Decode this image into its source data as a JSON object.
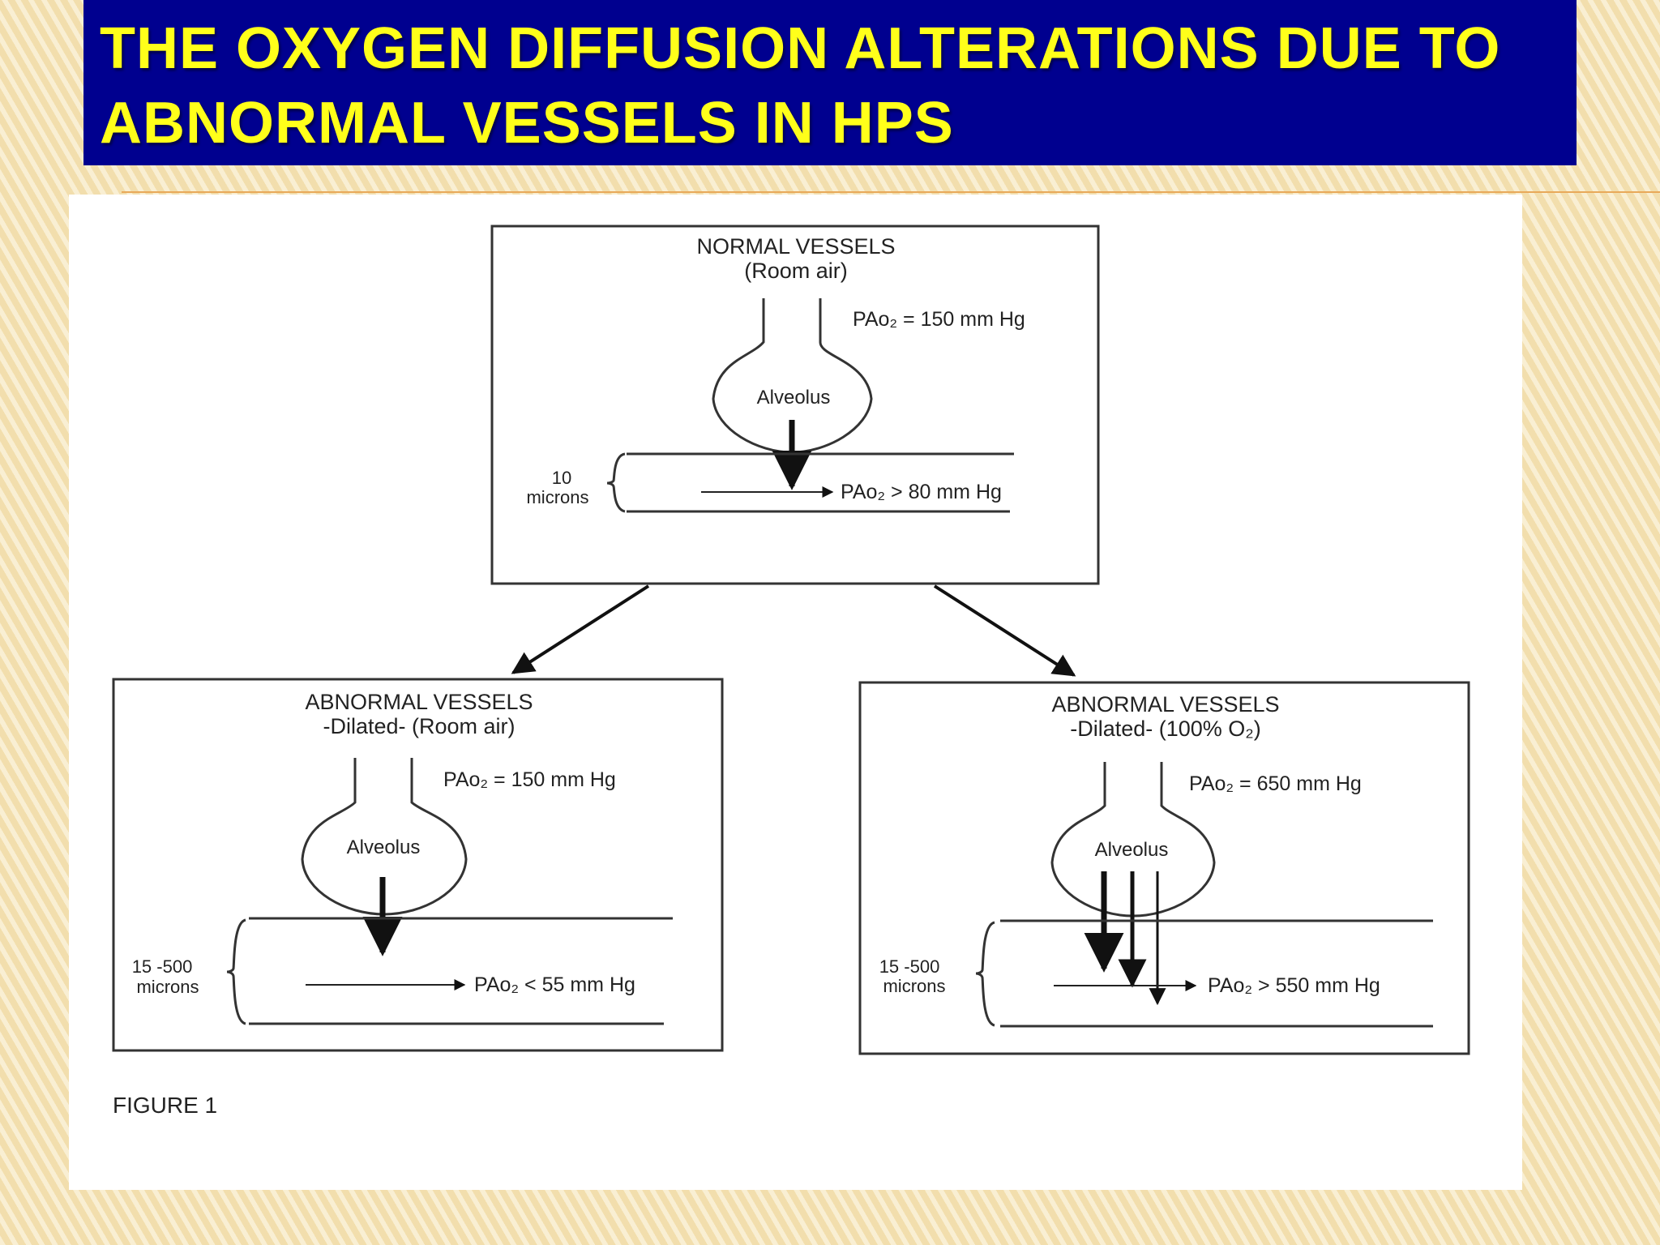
{
  "title": "THE OXYGEN DIFFUSION ALTERATIONS DUE TO ABNORMAL VESSELS IN HPS",
  "colors": {
    "title_bg": "#00008f",
    "title_text": "#ffff1a"
  },
  "figure": {
    "label": "FIGURE 1",
    "normal": {
      "heading": "NORMAL VESSELS",
      "condition": "(Room air)",
      "alveolar_po2": "PAo₂ = 150 mm Hg",
      "alveolus": "Alveolus",
      "width_value": "10",
      "width_unit": "microns",
      "arterial_po2": "PAo₂ > 80 mm Hg"
    },
    "abnormal_room_air": {
      "heading": "ABNORMAL VESSELS",
      "condition": "-Dilated- (Room air)",
      "alveolar_po2": "PAo₂ = 150 mm Hg",
      "alveolus": "Alveolus",
      "width_value": "15 -500",
      "width_unit": "microns",
      "arterial_po2": "PAo₂ < 55 mm Hg"
    },
    "abnormal_oxygen": {
      "heading": "ABNORMAL VESSELS",
      "condition": "-Dilated- (100% O₂)",
      "alveolar_po2": "PAo₂ = 650 mm Hg",
      "alveolus": "Alveolus",
      "width_value": "15 -500",
      "width_unit": "microns",
      "arterial_po2": "PAo₂ > 550 mm Hg"
    }
  }
}
